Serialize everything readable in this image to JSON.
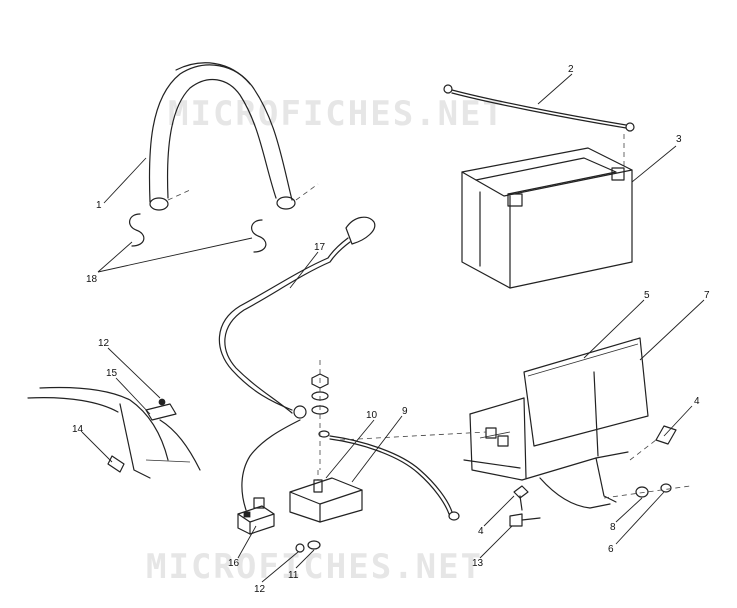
{
  "watermark": {
    "text": "MICROFICHES.NET"
  },
  "callouts": [
    {
      "id": "c1",
      "label": "1"
    },
    {
      "id": "c2",
      "label": "2"
    },
    {
      "id": "c3",
      "label": "3"
    },
    {
      "id": "c4a",
      "label": "4"
    },
    {
      "id": "c4b",
      "label": "4"
    },
    {
      "id": "c5",
      "label": "5"
    },
    {
      "id": "c6",
      "label": "6"
    },
    {
      "id": "c7",
      "label": "7"
    },
    {
      "id": "c8",
      "label": "8"
    },
    {
      "id": "c9",
      "label": "9"
    },
    {
      "id": "c10",
      "label": "10"
    },
    {
      "id": "c11",
      "label": "11"
    },
    {
      "id": "c12a",
      "label": "12"
    },
    {
      "id": "c12b",
      "label": "12"
    },
    {
      "id": "c13",
      "label": "13"
    },
    {
      "id": "c14",
      "label": "14"
    },
    {
      "id": "c15",
      "label": "15"
    },
    {
      "id": "c16",
      "label": "16"
    },
    {
      "id": "c17",
      "label": "17"
    },
    {
      "id": "c18",
      "label": "18"
    }
  ]
}
